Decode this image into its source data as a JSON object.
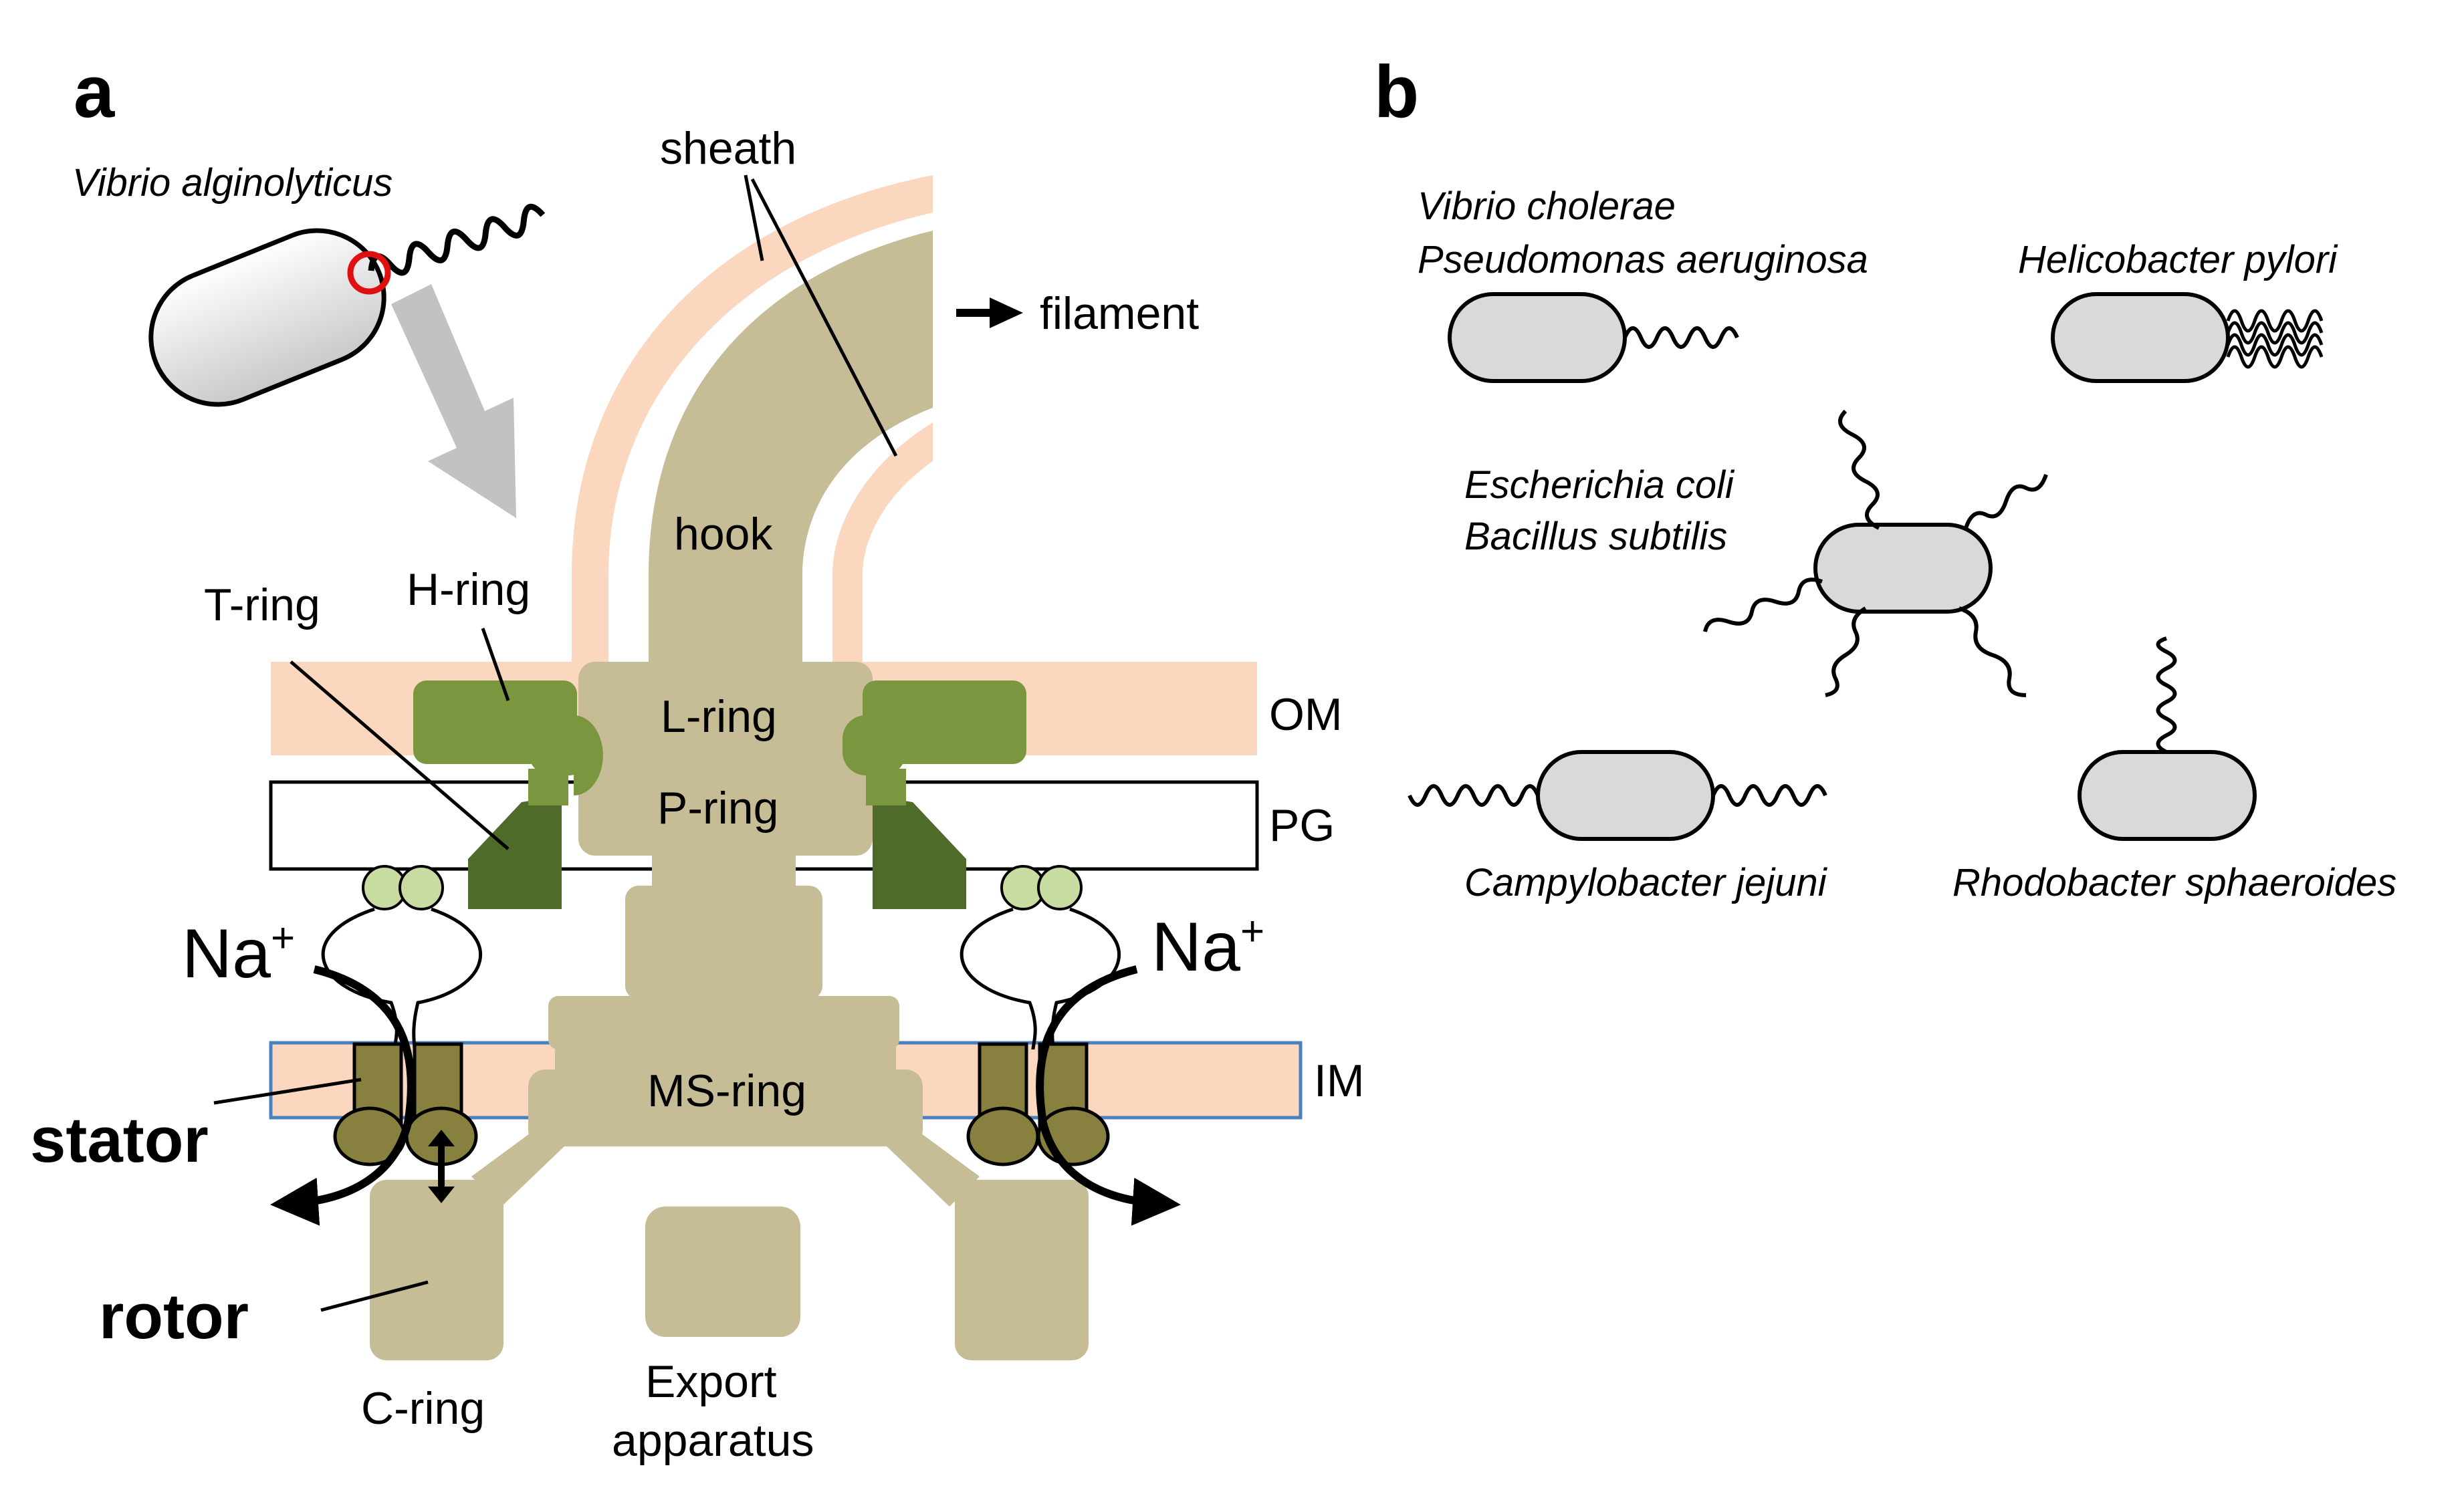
{
  "panel_a": {
    "letter": "a",
    "species": "Vibrio alginolyticus",
    "labels": {
      "sheath": "sheath",
      "filament": "filament",
      "hook": "hook",
      "t_ring": "T-ring",
      "h_ring": "H-ring",
      "l_ring": "L-ring",
      "p_ring": "P-ring",
      "ms_ring": "MS-ring",
      "c_ring": "C-ring",
      "export_line1": "Export",
      "export_line2": "apparatus",
      "om": "OM",
      "pg": "PG",
      "im": "IM",
      "na_left": "Na",
      "na_right": "Na",
      "na_superscript": "+",
      "stator": "stator",
      "rotor": "rotor"
    }
  },
  "panel_b": {
    "letter": "b",
    "species": [
      "Vibrio cholerae",
      "Pseudomonas aeruginosa",
      "Helicobacter pylori",
      "Escherichia coli",
      "Bacillus subtilis",
      "Campylobacter jejuni",
      "Rhodobacter sphaeroides"
    ]
  },
  "colors": {
    "membrane": "#fcd7bf",
    "protein": "#c6bd96",
    "h_ring": "#7a963e",
    "t_ring": "#4f6b2a",
    "stator": "#87803f",
    "stator_head": "#c8dba0",
    "cell": "#d9d9d9",
    "im_border": "#4a7fc0"
  }
}
